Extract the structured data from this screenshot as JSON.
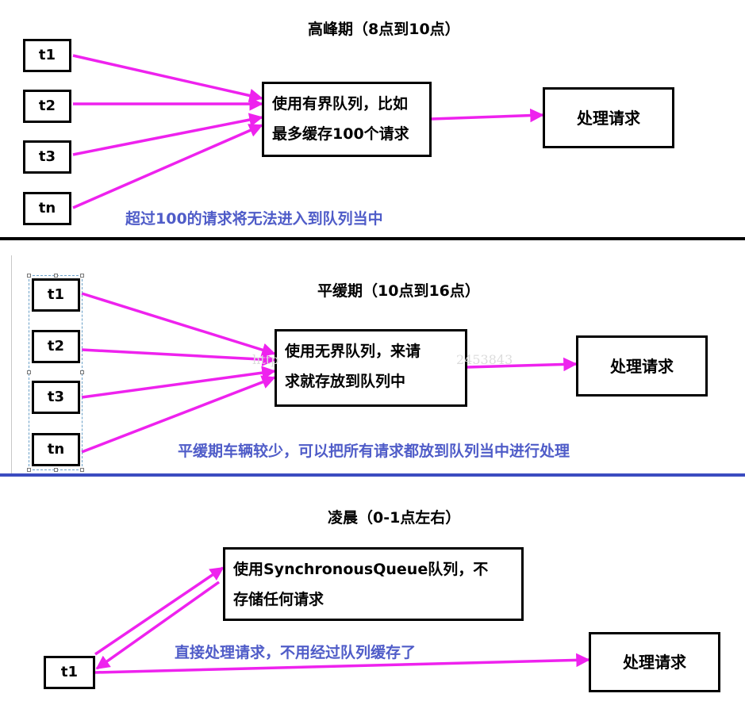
{
  "section1": {
    "title": "高峰期（8点到10点）",
    "threads": [
      "t1",
      "t2",
      "t3",
      "tn"
    ],
    "queue_line1": "使用有界队列，比如",
    "queue_line2": "最多缓存100个请求",
    "process": "处理请求",
    "note": "超过100的请求将无法进入到队列当中"
  },
  "section2": {
    "title": "平缓期（10点到16点）",
    "threads": [
      "t1",
      "t2",
      "t3",
      "tn"
    ],
    "queue_line1": "使用无界队列，来请",
    "queue_line2": "求就存放到队列中",
    "process": "处理请求",
    "note": "平缓期车辆较少，可以把所有请求都放到队列当中进行处理",
    "watermark_left": "http",
    "watermark_right": "2453843"
  },
  "section3": {
    "title": "凌晨（0-1点左右）",
    "thread": "t1",
    "queue_line1": "使用SynchronousQueue队列，不",
    "queue_line2": "存储任何请求",
    "process": "处理请求",
    "note": "直接处理请求，不用经过队列缓存了"
  },
  "colors": {
    "arrow": "#ee22ee",
    "note": "#4f5cc8",
    "divider_top": "#000000",
    "divider_bottom": "#3b4cc0"
  }
}
